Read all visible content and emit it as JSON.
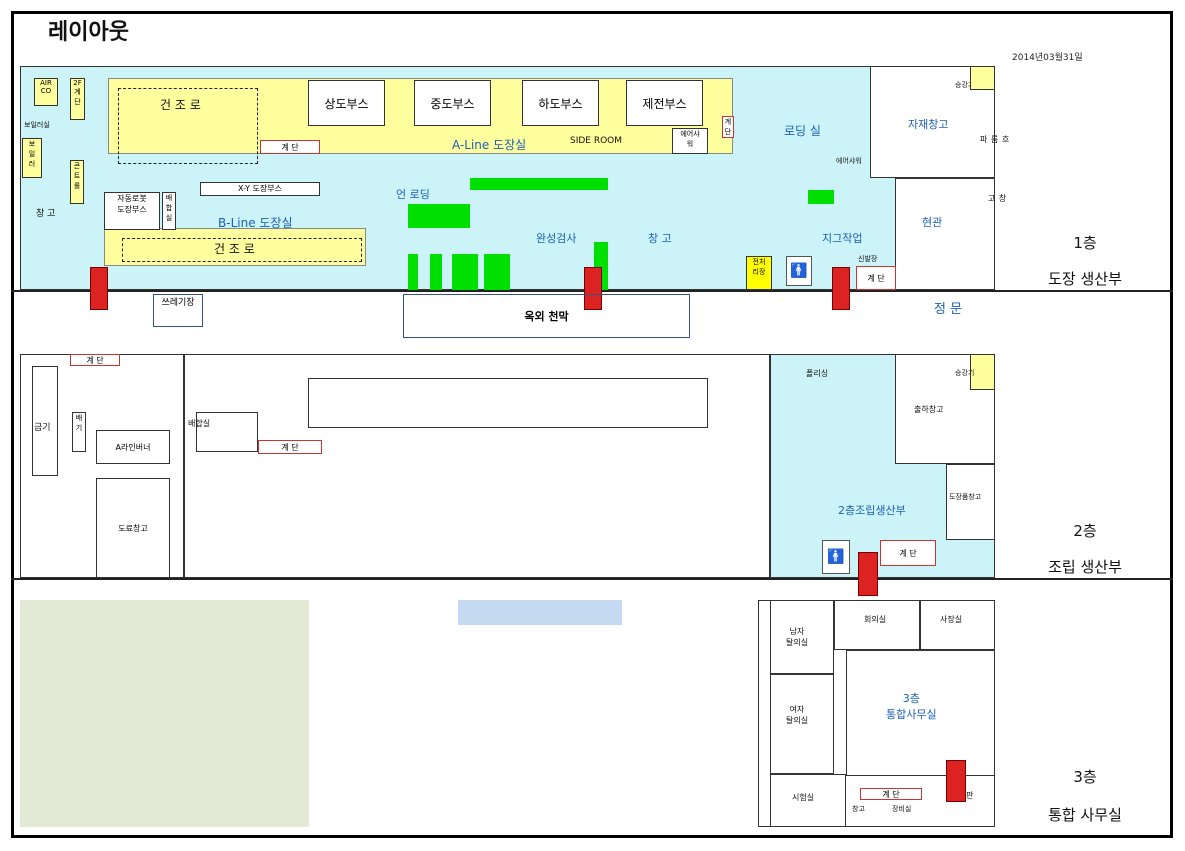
{
  "title": "레이아웃",
  "date": "2014년03월31일",
  "floor1": {
    "air_co": "AIR\nCO",
    "stair_2f": "2F\n계\n단",
    "boiler_room": "보일러실",
    "boiler": "보\n일\n러",
    "compressor": "콘\n트\n롤",
    "storage_left": "창 고",
    "dry_corridor_a": "건 조 로",
    "booth_1": "상도부스",
    "booth_2": "중도부스",
    "booth_3": "하도부스",
    "booth_4": "제전부스",
    "a_line": "A-Line 도장실",
    "side_room": "SIDE ROOM",
    "air_shower": "에어샤\n워",
    "stair_a": "계 단",
    "stair_right": "계\n단",
    "loading_room": "로딩 실",
    "air_shower_2": "에어샤워",
    "materials_storage": "자재창고",
    "lift": "승강기",
    "ventilation": "흐\n름\n파",
    "storage_right": "창\n고",
    "xy_booth": "X-Y 도장부스",
    "robot_booth": "자동로봇\n도장부스",
    "mixing": "배\n합\n실",
    "b_line": "B-Line 도장실",
    "dry_corridor_b": "건 조 로",
    "unloading": "언 로딩",
    "final_inspection": "완성검사",
    "storage_mid": "창 고",
    "jig_work": "지그작업",
    "entrance": "현관",
    "pretreat": "전처\n리장",
    "shoe_rack": "신발장",
    "stair_f1": "계 단",
    "main_gate": "정 문",
    "trash": "쓰레기장",
    "outdoor_canopy": "옥외 천막",
    "floor_number": "1층",
    "floor_name": "도장 생산부"
  },
  "floor2": {
    "stair": "계 단",
    "paint_storage": "금기",
    "exhaust": "배\n기",
    "a_line_burner": "A라인버너",
    "mixing": "배합실",
    "stair_mid": "계 단",
    "paint_storage_2": "도료창고",
    "polish": "폴리싱",
    "lift": "승강기",
    "shipping_storage": "출하창고",
    "painted_storage": "도장품창고",
    "assembly": "2층조립생산부",
    "stair_right": "계 단",
    "floor_number": "2층",
    "floor_name": "조립 생산부"
  },
  "floor3": {
    "meeting": "회의실",
    "president": "사장실",
    "men_locker": "남자\n탈의실",
    "women_locker": "여자\n탈의실",
    "office": "3층\n통합사무실",
    "test_room": "시험실",
    "storage": "창고",
    "equipment": "장비실",
    "stair": "계 단",
    "stair_b": "판",
    "floor_number": "3층",
    "floor_name": "통합 사무실"
  },
  "colors": {
    "cyan": "#ccf4f8",
    "yellow": "#ffff9e",
    "green": "#00e000",
    "red": "#dd2222",
    "sage": "#e2ead6",
    "lightblue": "#c5daf0"
  }
}
